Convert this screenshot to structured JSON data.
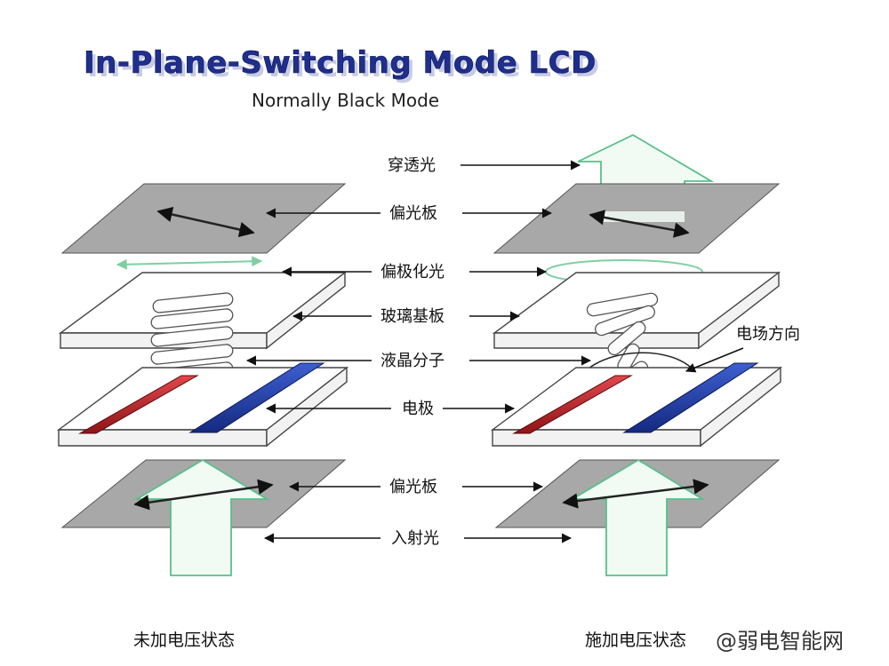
{
  "header": {
    "title": "In-Plane-Switching Mode LCD",
    "subtitle": "Normally Black Mode"
  },
  "labels": {
    "transmitted_light": "穿透光",
    "polarizer_top": "偏光板",
    "polarized_light": "偏极化光",
    "glass_substrate": "玻璃基板",
    "lc_molecules": "液晶分子",
    "electrode": "电极",
    "polarizer_bottom": "偏光板",
    "incident_light": "入射光",
    "field_direction": "电场方向"
  },
  "captions": {
    "left": "未加电压状态",
    "right": "施加电压状态"
  },
  "watermark": "@弱电智能网",
  "colors": {
    "title": "#1f2f8f",
    "electrode_left": "#c1272d",
    "electrode_right": "#1f3fae",
    "light": "#57c08a",
    "polarizer": "#a8a8a8"
  }
}
